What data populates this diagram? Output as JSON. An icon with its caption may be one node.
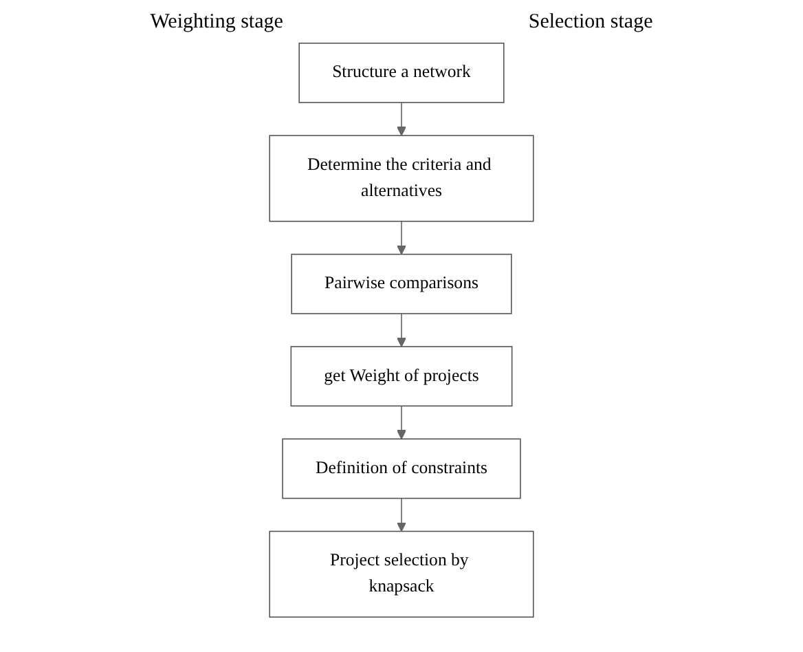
{
  "diagram": {
    "nodes": [
      {
        "text": [
          "Structure a network"
        ]
      },
      {
        "text": [
          "Determine the criteria and alternatives"
        ]
      },
      {
        "text": [
          "Pairwise comparisons"
        ]
      },
      {
        "text": [
          "get Weight of projects"
        ]
      },
      {
        "text": [
          "Definition of constraints"
        ]
      },
      {
        "text": [
          "Project selection by knapsack"
        ]
      }
    ],
    "edges": [
      {
        "from": 0,
        "to": 1,
        "arrow": "to"
      },
      {
        "from": 1,
        "to": 2,
        "arrow": "to"
      },
      {
        "from": 2,
        "to": 3,
        "arrow": "to"
      },
      {
        "from": 3,
        "to": 4,
        "arrow": "to"
      },
      {
        "from": 4,
        "to": 5,
        "arrow": "to"
      }
    ],
    "labels": [
      "Weighting stage",
      "Selection stage"
    ]
  }
}
